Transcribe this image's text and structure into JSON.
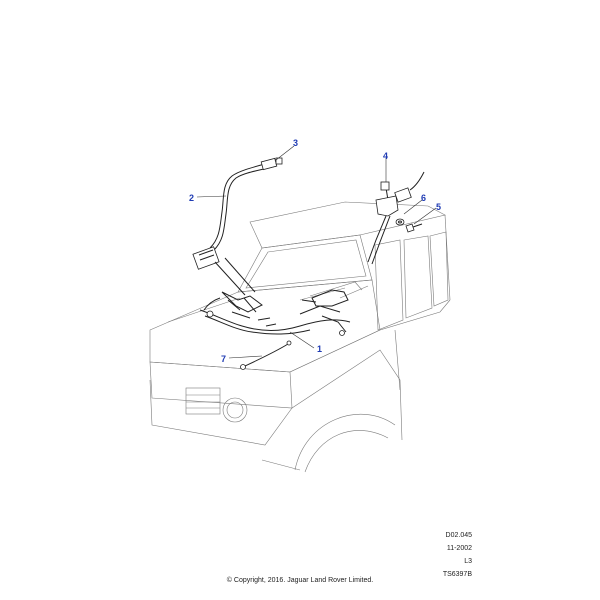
{
  "callouts": [
    {
      "number": "1"
    },
    {
      "number": "2"
    },
    {
      "number": "3"
    },
    {
      "number": "4"
    },
    {
      "number": "5"
    },
    {
      "number": "6"
    },
    {
      "number": "7"
    }
  ],
  "meta": {
    "reference": "D02.045",
    "date": "11-2002",
    "level": "L3",
    "illustration_id": "TS6397B"
  },
  "copyright": "© Copyright, 2016. Jaguar Land Rover Limited.",
  "colors": {
    "callout_number": "#1f3bb3",
    "line_art": "#222222",
    "car_outline": "#7a7a7a"
  }
}
